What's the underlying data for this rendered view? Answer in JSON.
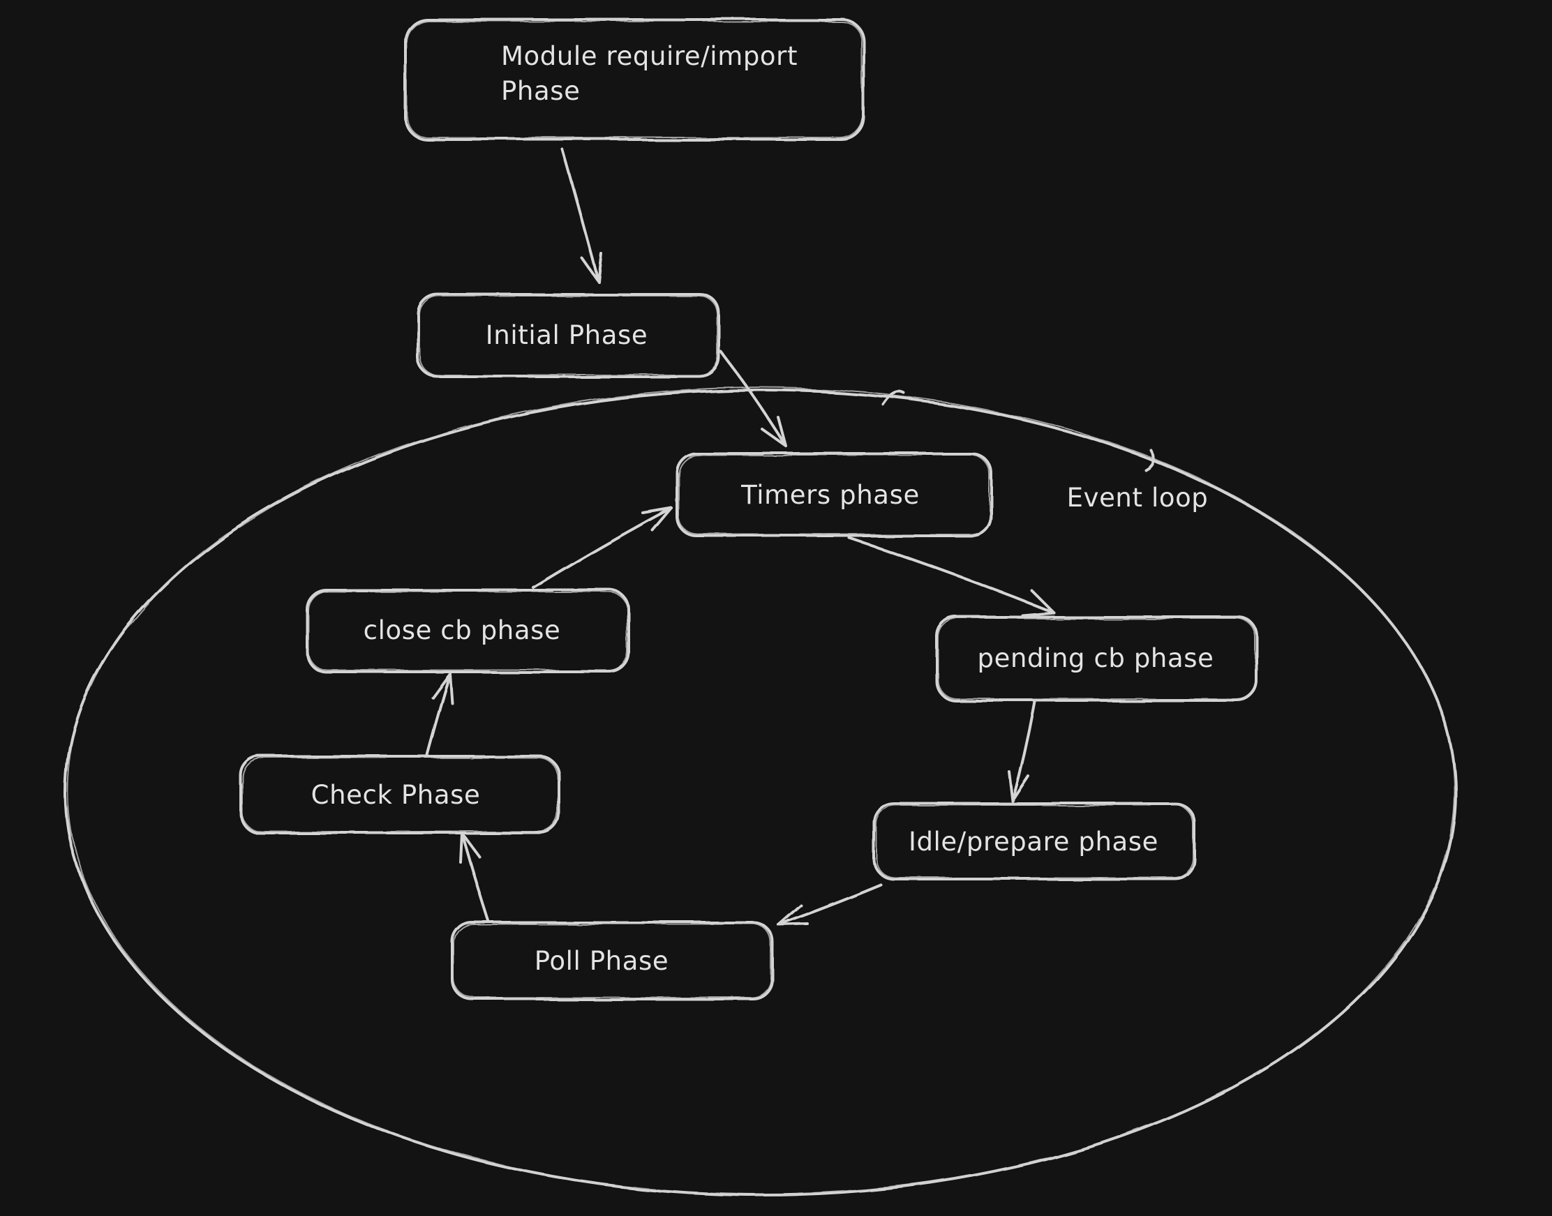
{
  "canvas": {
    "background_color": "#131313",
    "stroke_color": "#d4d4d4",
    "text_color": "#e4e4e4",
    "style": "hand-drawn whiteboard sketch"
  },
  "loop": {
    "label": "Event loop"
  },
  "nodes": {
    "module": {
      "label": "Module require/import Phase",
      "lines": [
        "Module require/import",
        "Phase"
      ],
      "inside_event_loop": false
    },
    "initial": {
      "label": "Initial Phase",
      "inside_event_loop": false
    },
    "timers": {
      "label": "Timers phase",
      "inside_event_loop": true
    },
    "pending": {
      "label": "pending cb phase",
      "inside_event_loop": true
    },
    "idle": {
      "label": "Idle/prepare phase",
      "inside_event_loop": true
    },
    "poll": {
      "label": "Poll Phase",
      "inside_event_loop": true
    },
    "check": {
      "label": "Check Phase",
      "inside_event_loop": true
    },
    "close": {
      "label": "close cb phase",
      "inside_event_loop": true
    }
  },
  "edges": [
    {
      "from": "Module require/import Phase",
      "to": "Initial Phase"
    },
    {
      "from": "Initial Phase",
      "to": "Timers phase"
    },
    {
      "from": "Timers phase",
      "to": "pending cb phase"
    },
    {
      "from": "pending cb phase",
      "to": "Idle/prepare phase"
    },
    {
      "from": "Idle/prepare phase",
      "to": "Poll Phase"
    },
    {
      "from": "Poll Phase",
      "to": "Check Phase"
    },
    {
      "from": "Check Phase",
      "to": "close cb phase"
    },
    {
      "from": "close cb phase",
      "to": "Timers phase"
    }
  ]
}
